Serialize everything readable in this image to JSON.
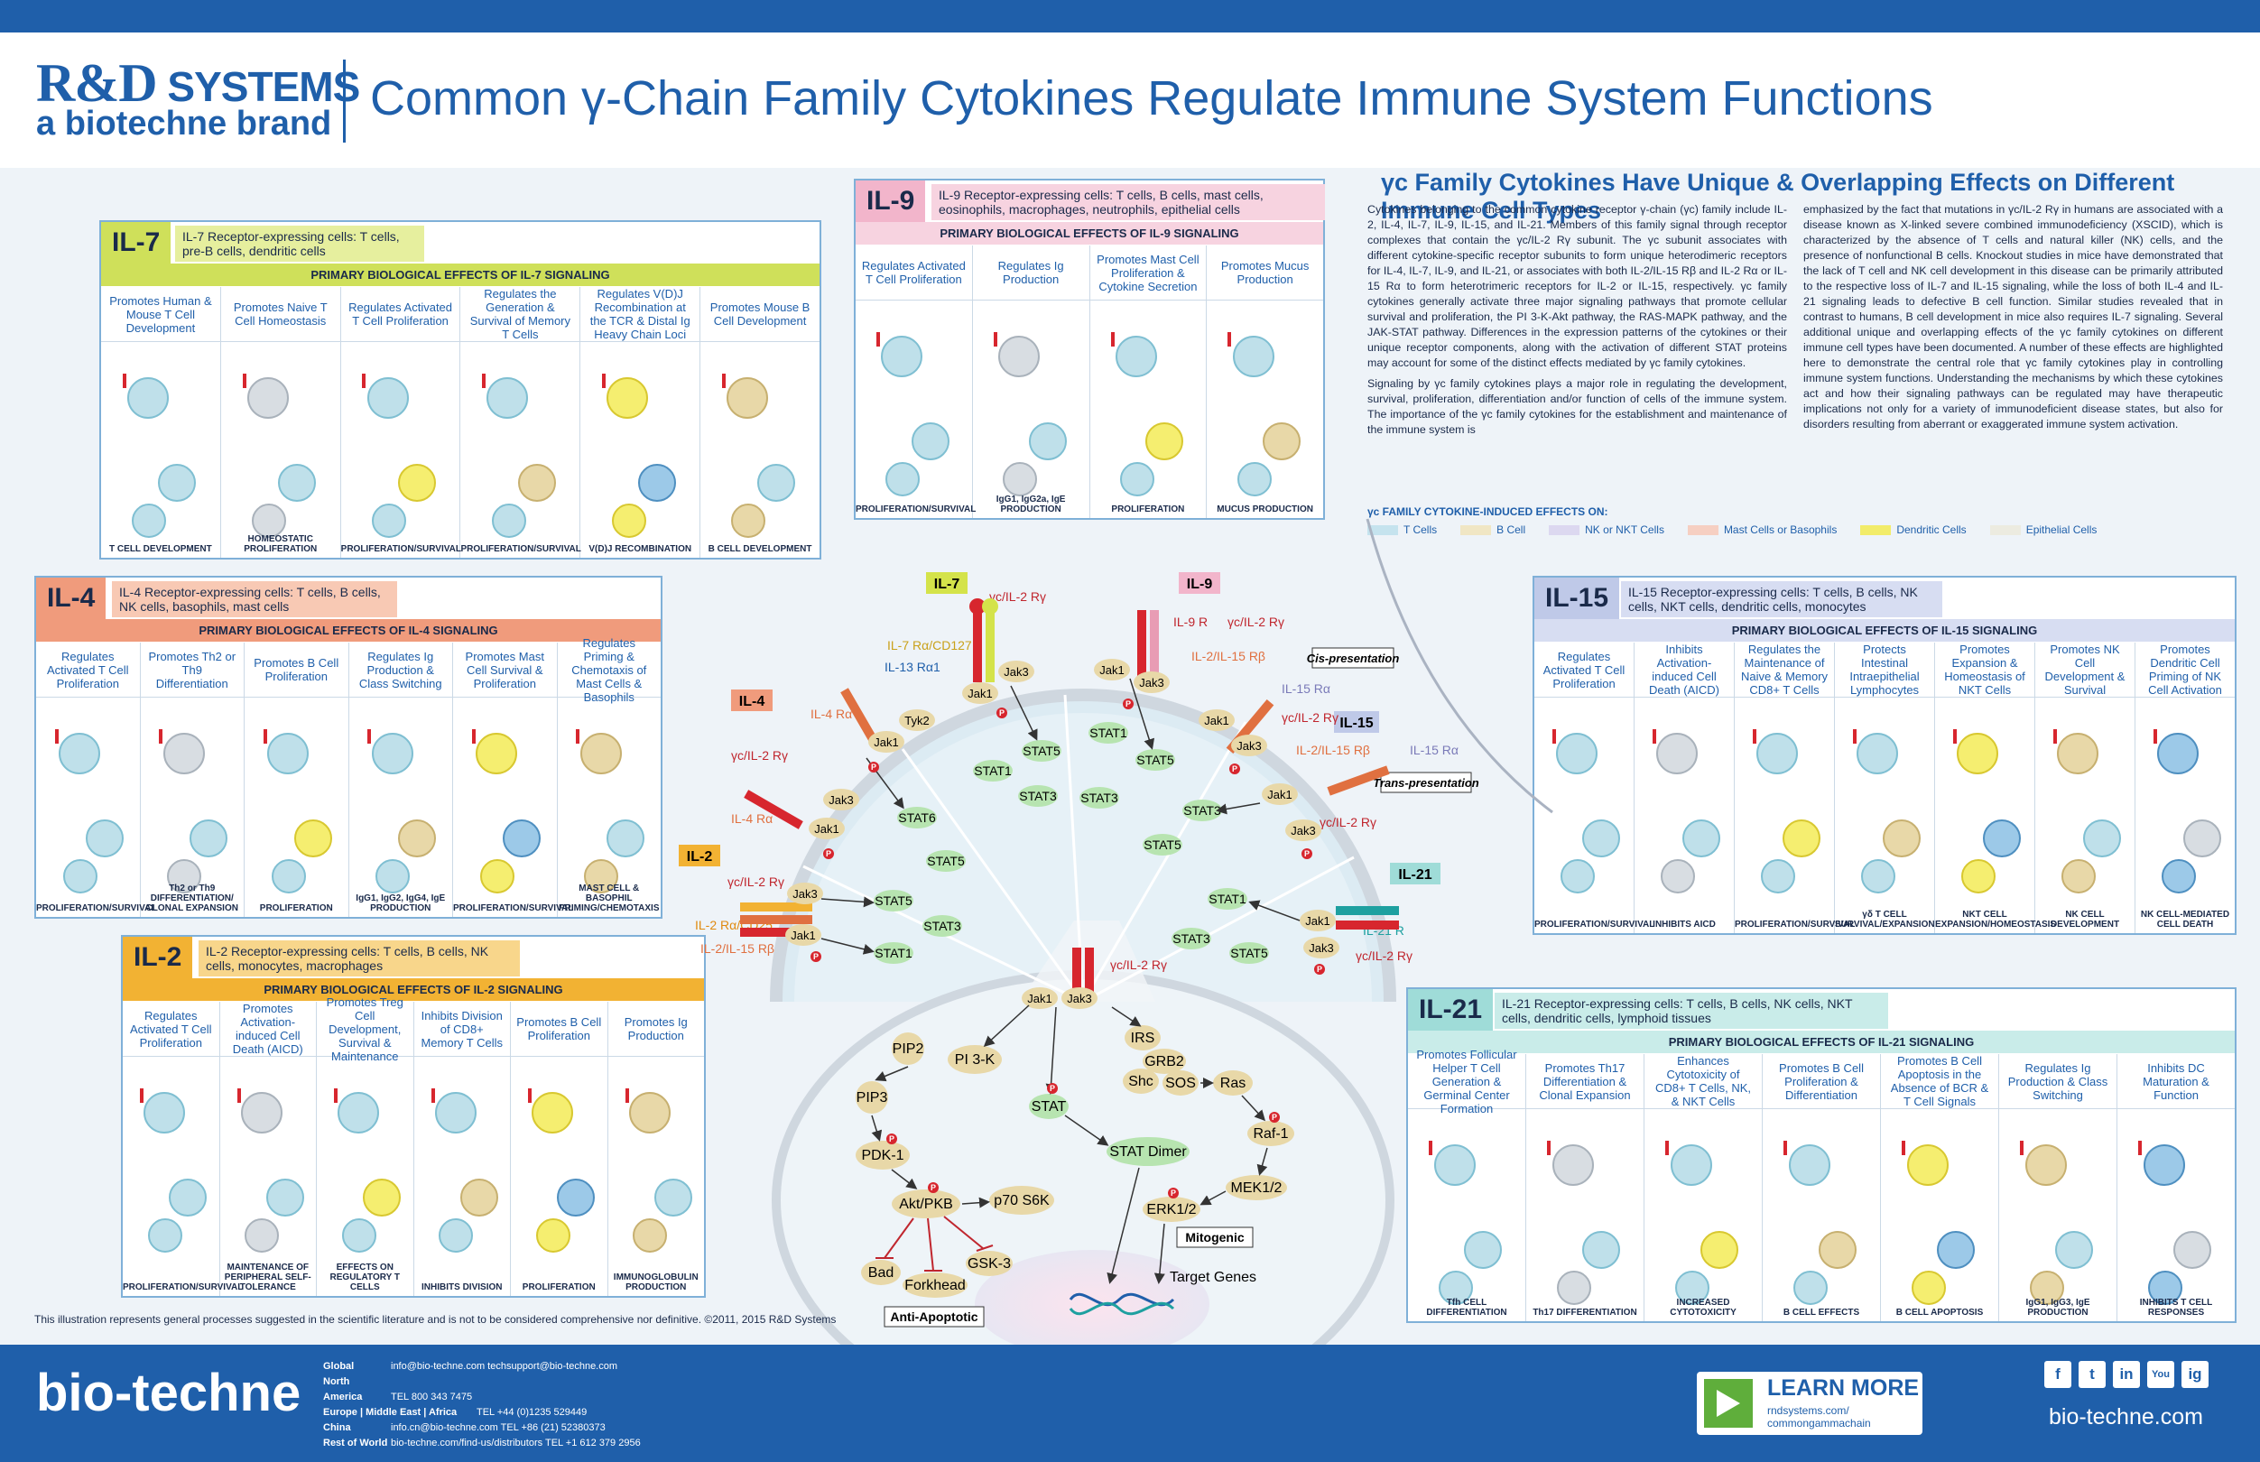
{
  "header": {
    "logo_rd": "R&D",
    "logo_systems": "SYSTEMS",
    "logo_brand": "a biotechne brand",
    "title": "Common γ-Chain Family Cytokines Regulate Immune System Functions"
  },
  "intro": {
    "title": "γc Family Cytokines Have Unique & Overlapping Effects on Different Immune Cell Types",
    "col1": "Cytokines belonging to the common cytokine receptor γ-chain (γc) family include IL-2, IL-4, IL-7, IL-9, IL-15, and IL-21. Members of this family signal through receptor complexes that contain the γc/IL-2 Rγ subunit. The γc subunit associates with different cytokine-specific receptor subunits to form unique heterodimeric receptors for IL-4, IL-7, IL-9, and IL-21, or associates with both IL-2/IL-15 Rβ and IL-2 Rα or IL-15 Rα to form heterotrimeric receptors for IL-2 or IL-15, respectively. γc family cytokines generally activate three major signaling pathways that promote cellular survival and proliferation, the PI 3-K-Akt pathway, the RAS-MAPK pathway, and the JAK-STAT pathway. Differences in the expression patterns of the cytokines or their unique receptor components, along with the activation of different STAT proteins may account for some of the distinct effects mediated by γc family cytokines.",
    "col1b": "Signaling by γc family cytokines plays a major role in regulating the development, survival, proliferation, differentiation and/or function of cells of the immune system. The importance of the γc family cytokines for the establishment and maintenance of the immune system is",
    "col2": "emphasized by the fact that mutations in γc/IL-2 Rγ in humans are associated with a disease known as X-linked severe combined immunodeficiency (XSCID), which is characterized by the absence of T cells and natural killer (NK) cells, and the presence of nonfunctional B cells. Knockout studies in mice have demonstrated that the lack of T cell and NK cell development in this disease can be primarily attributed to the respective loss of IL-7 and IL-15 signaling, while the loss of both IL-4 and IL-21 signaling leads to defective B cell function. Similar studies revealed that in contrast to humans, B cell development in mice also requires IL-7 signaling. Several additional unique and overlapping effects of the γc family cytokines on different immune cell types have been documented. A number of these effects are highlighted here to demonstrate the central role that γc family cytokines play in controlling immune system functions. Understanding the mechanisms by which these cytokines act and how their signaling pathways can be regulated may have therapeutic implications not only for a variety of immunodeficient disease states, but also for disorders resulting from aberrant or exaggerated immune system activation."
  },
  "legend": {
    "title": "γc FAMILY CYTOKINE-INDUCED EFFECTS ON:",
    "items": [
      {
        "label": "T Cells",
        "color": "#c5e3ee"
      },
      {
        "label": "B Cell",
        "color": "#f0e6c4"
      },
      {
        "label": "NK or NKT Cells",
        "color": "#dcd8f0"
      },
      {
        "label": "Mast Cells or Basophils",
        "color": "#f6cfc2"
      },
      {
        "label": "Dendritic Cells",
        "color": "#f2ec6a"
      },
      {
        "label": "Epithelial Cells",
        "color": "#ecebe0"
      }
    ]
  },
  "panels": {
    "il7": {
      "tag": "IL-7",
      "cells": "IL-7 Receptor-expressing cells: T cells, pre-B cells, dendritic cells",
      "bar": "PRIMARY BIOLOGICAL EFFECTS OF IL-7 SIGNALING",
      "cols": [
        {
          "head": "Promotes Human & Mouse T Cell Development",
          "foot": "T CELL DEVELOPMENT"
        },
        {
          "head": "Promotes Naive T Cell Homeostasis",
          "foot": "HOMEOSTATIC PROLIFERATION"
        },
        {
          "head": "Regulates Activated T Cell Proliferation",
          "foot": "PROLIFERATION/SURVIVAL"
        },
        {
          "head": "Regulates the Generation & Survival of Memory T Cells",
          "foot": "PROLIFERATION/SURVIVAL"
        },
        {
          "head": "Regulates V(D)J Recombination at the TCR & Distal Ig Heavy Chain Loci",
          "foot": "V(D)J RECOMBINATION"
        },
        {
          "head": "Promotes Mouse B Cell Development",
          "foot": "B CELL DEVELOPMENT"
        }
      ]
    },
    "il9": {
      "tag": "IL-9",
      "cells": "IL-9 Receptor-expressing cells: T cells, B cells, mast cells, eosinophils, macrophages, neutrophils, epithelial cells",
      "bar": "PRIMARY BIOLOGICAL EFFECTS OF IL-9 SIGNALING",
      "cols": [
        {
          "head": "Regulates Activated T Cell Proliferation",
          "foot": "PROLIFERATION/SURVIVAL"
        },
        {
          "head": "Regulates Ig Production",
          "foot": "IgG1, IgG2a, IgE PRODUCTION"
        },
        {
          "head": "Promotes Mast Cell Proliferation & Cytokine Secretion",
          "foot": "PROLIFERATION"
        },
        {
          "head": "Promotes Mucus Production",
          "foot": "MUCUS PRODUCTION"
        }
      ]
    },
    "il4": {
      "tag": "IL-4",
      "cells": "IL-4 Receptor-expressing cells: T cells, B cells, NK cells, basophils, mast cells",
      "bar": "PRIMARY BIOLOGICAL EFFECTS OF IL-4 SIGNALING",
      "cols": [
        {
          "head": "Regulates Activated T Cell Proliferation",
          "foot": "PROLIFERATION/SURVIVAL"
        },
        {
          "head": "Promotes Th2 or Th9 Differentiation",
          "foot": "Th2 or Th9 DIFFERENTIATION/ CLONAL EXPANSION"
        },
        {
          "head": "Promotes B Cell Proliferation",
          "foot": "PROLIFERATION"
        },
        {
          "head": "Regulates Ig Production & Class Switching",
          "foot": "IgG1, IgG2, IgG4, IgE PRODUCTION"
        },
        {
          "head": "Promotes Mast Cell Survival & Proliferation",
          "foot": "PROLIFERATION/SURVIVAL"
        },
        {
          "head": "Regulates Priming & Chemotaxis of Mast Cells & Basophils",
          "foot": "MAST CELL & BASOPHIL PRIMING/CHEMOTAXIS"
        }
      ]
    },
    "il2": {
      "tag": "IL-2",
      "cells": "IL-2 Receptor-expressing cells: T cells, B cells, NK cells, monocytes, macrophages",
      "bar": "PRIMARY BIOLOGICAL EFFECTS OF IL-2 SIGNALING",
      "cols": [
        {
          "head": "Regulates Activated T Cell Proliferation",
          "foot": "PROLIFERATION/SURVIVAL"
        },
        {
          "head": "Promotes Activation-induced Cell Death (AICD)",
          "foot": "MAINTENANCE OF PERIPHERAL SELF-TOLERANCE"
        },
        {
          "head": "Promotes Treg Cell Development, Survival & Maintenance",
          "foot": "EFFECTS ON REGULATORY T CELLS"
        },
        {
          "head": "Inhibits Division of CD8+ Memory T Cells",
          "foot": "INHIBITS DIVISION"
        },
        {
          "head": "Promotes B Cell Proliferation",
          "foot": "PROLIFERATION"
        },
        {
          "head": "Promotes Ig Production",
          "foot": "IMMUNOGLOBULIN PRODUCTION"
        }
      ]
    },
    "il15": {
      "tag": "IL-15",
      "cells": "IL-15 Receptor-expressing cells: T cells, B cells, NK cells, NKT cells, dendritic cells, monocytes",
      "bar": "PRIMARY BIOLOGICAL EFFECTS OF IL-15 SIGNALING",
      "cols": [
        {
          "head": "Regulates Activated T Cell Proliferation",
          "foot": "PROLIFERATION/SURVIVAL"
        },
        {
          "head": "Inhibits Activation-induced Cell Death (AICD)",
          "foot": "INHIBITS AICD"
        },
        {
          "head": "Regulates the Maintenance of Naive & Memory CD8+ T Cells",
          "foot": "PROLIFERATION/SURVIVAL"
        },
        {
          "head": "Protects Intestinal Intraepithelial Lymphocytes",
          "foot": "γδ T CELL SURVIVAL/EXPANSION"
        },
        {
          "head": "Promotes Expansion & Homeostasis of NKT Cells",
          "foot": "NKT CELL EXPANSION/HOMEOSTASIS"
        },
        {
          "head": "Promotes NK Cell Development & Survival",
          "foot": "NK CELL DEVELOPMENT"
        },
        {
          "head": "Promotes Dendritic Cell Priming of NK Cell Activation",
          "foot": "NK CELL-MEDIATED CELL DEATH"
        }
      ]
    },
    "il21": {
      "tag": "IL-21",
      "cells": "IL-21 Receptor-expressing cells: T cells, B cells, NK cells, NKT cells, dendritic cells, lymphoid tissues",
      "bar": "PRIMARY BIOLOGICAL EFFECTS OF IL-21 SIGNALING",
      "cols": [
        {
          "head": "Promotes Follicular Helper T Cell Generation & Germinal Center Formation",
          "foot": "Tfh CELL DIFFERENTIATION"
        },
        {
          "head": "Promotes Th17 Differentiation & Clonal Expansion",
          "foot": "Th17 DIFFERENTIATION"
        },
        {
          "head": "Enhances Cytotoxicity of CD8+ T Cells, NK, & NKT Cells",
          "foot": "INCREASED CYTOTOXICITY"
        },
        {
          "head": "Promotes B Cell Proliferation & Differentiation",
          "foot": "B CELL EFFECTS"
        },
        {
          "head": "Promotes B Cell Apoptosis in the Absence of BCR & T Cell Signals",
          "foot": "B CELL APOPTOSIS"
        },
        {
          "head": "Regulates Ig Production & Class Switching",
          "foot": "IgG1, IgG3, IgE PRODUCTION"
        },
        {
          "head": "Inhibits DC Maturation & Function",
          "foot": "INHIBITS T CELL RESPONSES"
        }
      ]
    }
  },
  "center": {
    "labels": {
      "il7": "IL-7",
      "il9": "IL-9",
      "il4": "IL-4",
      "il2": "IL-2",
      "il15": "IL-15",
      "il21": "IL-21",
      "gc_il7": "γc/IL-2 Rγ",
      "gc_il9": "γc/IL-2 Rγ",
      "gc_il4": "γc/IL-2 Rγ",
      "gc_il2": "γc/IL-2 Rγ",
      "gc_il15": "γc/IL-2 Rγ",
      "gc_il21": "γc/IL-2 Rγ",
      "gc_bottom": "γc/IL-2 Rγ",
      "il7ra": "IL-7 Rα/CD127",
      "il9r": "IL-9 R",
      "il13ra1": "IL-13 Rα1",
      "il4ra": "IL-4 Rα",
      "il4ra2": "IL-4 Rα",
      "il2ra": "IL-2 Rα/CD25",
      "il2rb": "IL-2/IL-15 Rβ",
      "il15rb": "IL-2/IL-15 Rβ",
      "il15rb2": "IL-2/IL-15 Rβ",
      "il15ra": "IL-15 Rα",
      "il15ra2": "IL-15 Rα",
      "il21r": "IL-21 R",
      "cis": "Cis-presentation",
      "trans": "Trans-presentation",
      "jak1": "Jak1",
      "jak3": "Jak3",
      "tyk2": "Tyk2",
      "stat1": "STAT1",
      "stat3": "STAT3",
      "stat5": "STAT5",
      "stat6": "STAT6",
      "stat": "STAT",
      "stat_dimer": "STAT Dimer",
      "pip2": "PIP2",
      "pip3": "PIP3",
      "pi3k": "PI 3-K",
      "pdk1": "PDK-1",
      "akt": "Akt/PKB",
      "p70": "p70 S6K",
      "bad": "Bad",
      "forkhead": "Forkhead",
      "gsk3": "GSK-3",
      "anti_apoptotic": "Anti-Apoptotic",
      "irs": "IRS",
      "grb2": "GRB2",
      "shc": "Shc",
      "sos": "SOS",
      "ras": "Ras",
      "raf1": "Raf-1",
      "mek": "MEK1/2",
      "erk": "ERK1/2",
      "mitogenic": "Mitogenic",
      "target_genes": "Target Genes",
      "p": "P"
    }
  },
  "note": "This illustration represents general processes suggested in the scientific literature and is not to be considered comprehensive nor definitive.  ©2011, 2015 R&D Systems",
  "footer": {
    "logo": "bio-techne",
    "contacts": [
      {
        "region": "Global",
        "text": "info@bio-techne.com   techsupport@bio-techne.com"
      },
      {
        "region": "North America",
        "text": "TEL 800 343 7475"
      },
      {
        "region": "Europe | Middle East | Africa",
        "text": "TEL +44 (0)1235 529449"
      },
      {
        "region": "China",
        "text": "info.cn@bio-techne.com   TEL +86 (21) 52380373"
      },
      {
        "region": "Rest of World",
        "text": "bio-techne.com/find-us/distributors   TEL +1 612 379 2956"
      }
    ],
    "learn_more": "LEARN MORE",
    "learn_url1": "rndsystems.com/",
    "learn_url2": "commongammachain",
    "social": [
      "f",
      "t",
      "in",
      "You",
      "ig"
    ],
    "site": "bio-techne.com"
  }
}
